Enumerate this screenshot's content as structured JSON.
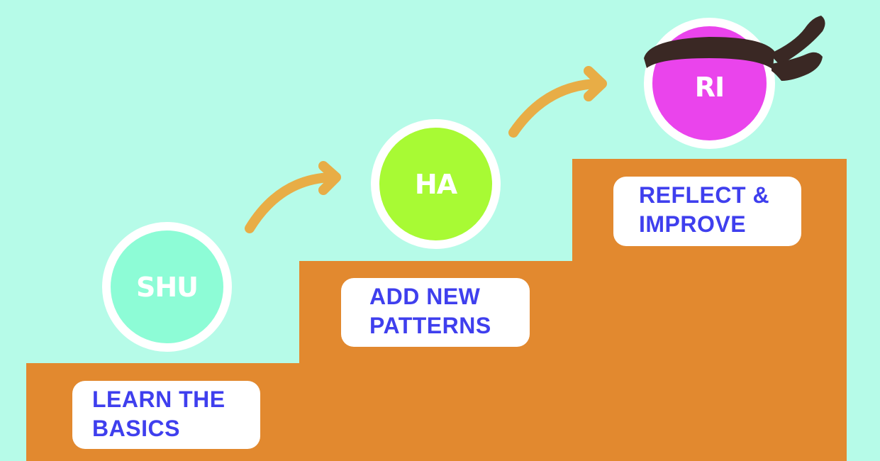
{
  "colors": {
    "background": "#b6fbe8",
    "stairs": "#e2892f",
    "arrow": "#e8ad46",
    "shu": "#8dfcd6",
    "ha": "#a8fa34",
    "ri": "#ea44ec",
    "label_text": "#3f3fee",
    "headband": "#3a2824"
  },
  "stages": [
    {
      "id": "shu",
      "circle_text": "SHU",
      "label_lines": [
        "LEARN THE",
        "BASICS"
      ]
    },
    {
      "id": "ha",
      "circle_text": "HA",
      "label_lines": [
        "ADD NEW",
        "PATTERNS"
      ]
    },
    {
      "id": "ri",
      "circle_text": "RI",
      "label_lines": [
        "REFLECT &",
        "IMPROVE"
      ]
    }
  ],
  "decorations": {
    "ri_accessory": "ninja-headband-icon",
    "connector": "curved-arrow-icon"
  }
}
